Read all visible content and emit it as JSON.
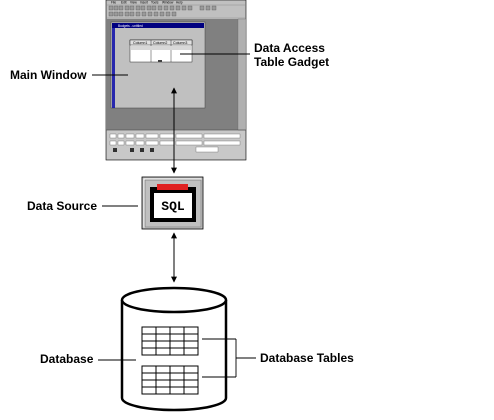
{
  "labels": {
    "main_window": "Main Window",
    "data_access_line1": "Data Access",
    "data_access_line2": "Table Gadget",
    "data_source": "Data Source",
    "database": "Database",
    "database_tables": "Database Tables"
  },
  "screenshot": {
    "menu_items": [
      "File",
      "Edit",
      "View",
      "Insert",
      "Tools",
      "Window",
      "Help"
    ],
    "inner_title": "Budgets - untitled",
    "columns": [
      "Column1",
      "Column2",
      "Column3"
    ]
  },
  "sql_icon": {
    "text": "SQL",
    "accent_color": "#e02020"
  },
  "colors": {
    "window_gray": "#c0c0c0",
    "titlebar_blue": "#000080",
    "workspace": "#808080"
  }
}
